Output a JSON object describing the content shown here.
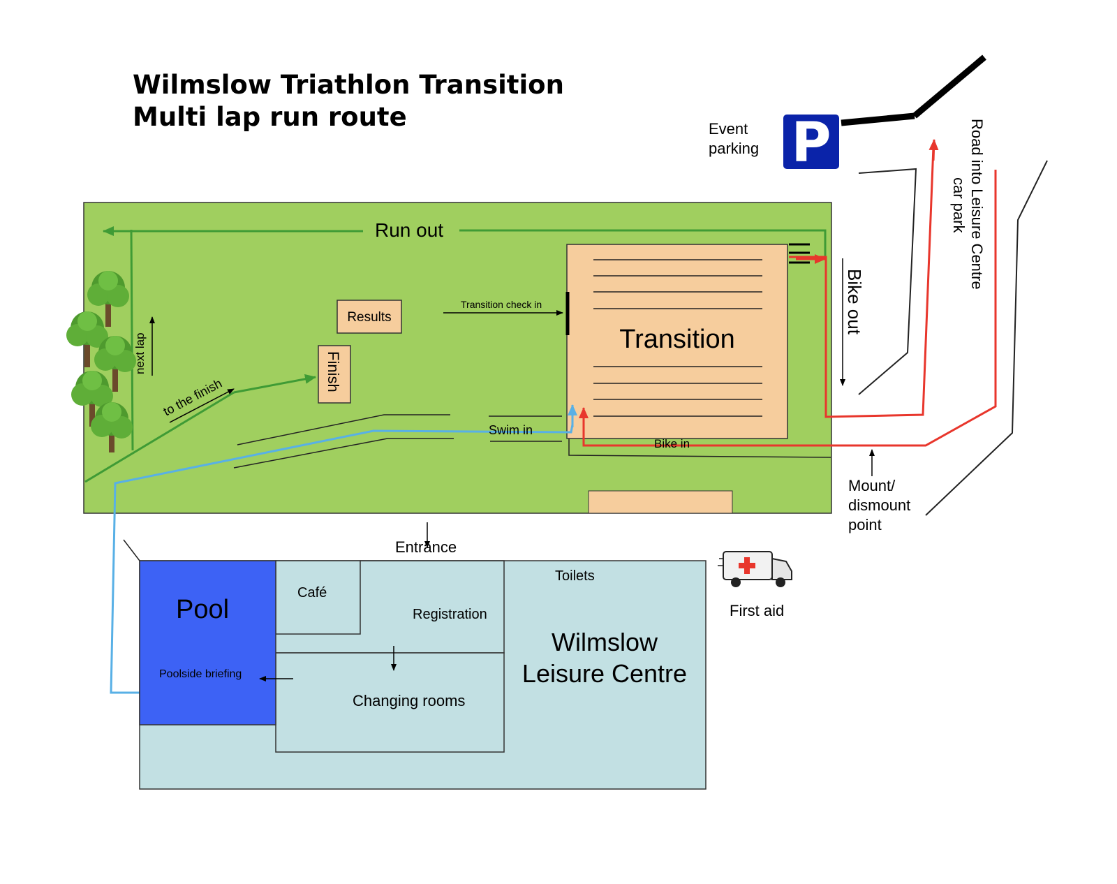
{
  "title": {
    "line1": "Wilmslow Triathlon Transition",
    "line2": "Multi lap run route"
  },
  "labels": {
    "run_out": "Run out",
    "results": "Results",
    "finish": "Finish",
    "transition": "Transition",
    "transition_check_in": "Transition check in",
    "swim_in": "Swim in",
    "bike_in": "Bike in",
    "bike_out": "Bike out",
    "next_lap": "next lap",
    "to_the_finish": "to the finish",
    "event_parking_line1": "Event",
    "event_parking_line2": "parking",
    "parking_sign": "P",
    "road_line1": "Road into Leisure Centre",
    "road_line2": "car park",
    "mount_line1": "Mount/",
    "mount_line2": "dismount",
    "mount_line3": "point",
    "entrance": "Entrance",
    "pool": "Pool",
    "poolside_briefing": "Poolside briefing",
    "cafe": "Café",
    "registration": "Registration",
    "changing_rooms": "Changing rooms",
    "toilets": "Toilets",
    "leisure_line1": "Wilmslow",
    "leisure_line2": "Leisure Centre",
    "first_aid": "First aid"
  },
  "colors": {
    "grass": "#a0cf5f",
    "run_route": "#3f9b35",
    "swim_route": "#58b0e6",
    "bike_route": "#e8362c",
    "building": "#c2e0e3",
    "pool": "#3d62f5",
    "tan_box": "#f6cd9d",
    "parking_sign": "#0a23a9"
  },
  "icons": {
    "parking": "parking-sign-icon",
    "trees": "tree-icon",
    "first_aid": "ambulance-icon"
  }
}
